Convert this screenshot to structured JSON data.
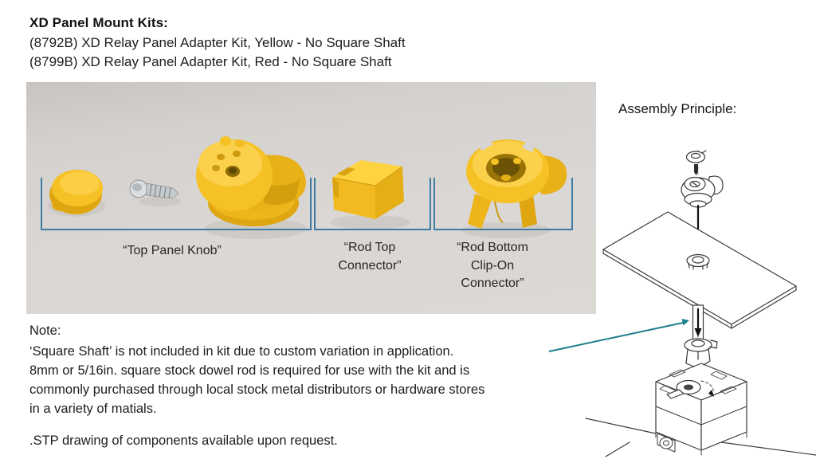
{
  "header": {
    "title": "XD Panel Mount Kits:",
    "kits": [
      "(8792B) XD Relay Panel Adapter Kit, Yellow - No Square Shaft",
      "(8799B) XD Relay Panel Adapter Kit, Red - No Square Shaft"
    ]
  },
  "photo": {
    "labels": {
      "top_panel_knob": "“Top Panel Knob”",
      "rod_top_connector": [
        "“Rod Top",
        "Connector”"
      ],
      "rod_bottom_connector": [
        "“Rod Bottom",
        "Clip-On",
        "Connector”"
      ]
    }
  },
  "assembly": {
    "title": "Assembly Principle:"
  },
  "note": {
    "heading": "Note:",
    "lines": [
      "‘Square Shaft’ is not included in kit due to custom variation in application.",
      "8mm or 5/16in. square stock dowel rod is required for use with the kit and is",
      "commonly purchased through local stock metal distributors or hardware stores",
      "in a variety of matials."
    ]
  },
  "footer": ".STP drawing of components available upon request.",
  "colors": {
    "bracket_blue": "#3e7ca6",
    "pointer_teal": "#1f7f8e",
    "part_yellow": "#f5c125",
    "drawing_line": "#3a3a3a"
  }
}
